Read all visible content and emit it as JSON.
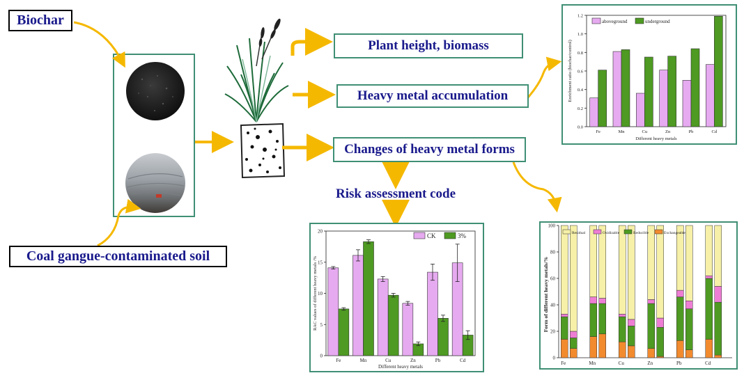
{
  "labels": {
    "biochar": "Biochar",
    "coal_gangue": "Coal gangue-contaminated soil",
    "plant_height": "Plant height, biomass",
    "heavy_metal_accumulation": "Heavy metal accumulation",
    "changes_forms": "Changes of heavy metal forms",
    "risk_code": "Risk assessment code"
  },
  "colors": {
    "arrow": "#f5b800",
    "frame": "#3f8f75",
    "label_text": "#1a1a8c",
    "purple": "#e6aaf0",
    "green": "#4e9a22",
    "residual": "#f6f0a8",
    "oxidizable": "#ee7ed4",
    "reducible": "#4e9a22",
    "exchangeable": "#f28a2e"
  },
  "chart_data": [
    {
      "type": "bar",
      "ylabel": "Enrichment ratio (biochar/control)",
      "xlabel": "Different heavy metals",
      "categories": [
        "Fe",
        "Mn",
        "Cu",
        "Zn",
        "Pb",
        "Cd"
      ],
      "ylim": [
        0,
        1.2
      ],
      "yticks": [
        "0.0",
        "0.2",
        "0.4",
        "0.6",
        "0.8",
        "1.0",
        "1.2"
      ],
      "legend_position": "top-left",
      "series": [
        {
          "name": "aboveground",
          "values": [
            0.31,
            0.81,
            0.36,
            0.61,
            0.5,
            0.67
          ]
        },
        {
          "name": "underground",
          "values": [
            0.61,
            0.83,
            0.75,
            0.76,
            0.84,
            1.19
          ]
        }
      ]
    },
    {
      "type": "bar",
      "ylabel": "RAC values of different heavy metals /%",
      "xlabel": "Different heavy metals",
      "categories": [
        "Fe",
        "Mn",
        "Cu",
        "Zn",
        "Pb",
        "Cd"
      ],
      "ylim": [
        0,
        20
      ],
      "yticks": [
        "0",
        "5",
        "10",
        "15",
        "20"
      ],
      "legend_position": "top-right",
      "series": [
        {
          "name": "CK",
          "values": [
            14.1,
            16.1,
            12.3,
            8.4,
            13.4,
            14.9
          ],
          "errors": [
            0.2,
            0.9,
            0.4,
            0.3,
            1.3,
            3.0
          ]
        },
        {
          "name": "3%",
          "values": [
            7.5,
            18.3,
            9.7,
            1.9,
            6.0,
            3.3
          ],
          "errors": [
            0.2,
            0.3,
            0.3,
            0.3,
            0.5,
            0.7
          ]
        }
      ]
    },
    {
      "type": "bar",
      "stacked": true,
      "ylabel": "Form of different heavy metals/%",
      "categories": [
        "Fe",
        "Mn",
        "Cu",
        "Zn",
        "Pb",
        "Cd"
      ],
      "ylim": [
        0,
        100
      ],
      "yticks": [
        "0",
        "20",
        "40",
        "60",
        "80",
        "100"
      ],
      "legend_position": "top",
      "stack_order": [
        "Exchangeable",
        "Reducible",
        "Oxidizable",
        "Residual"
      ],
      "legend_order": [
        "Residual",
        "Oxidizable",
        "Reducible",
        "Exchangeable"
      ],
      "bars": [
        {
          "category": "Fe",
          "values": [
            14,
            17,
            2,
            67
          ]
        },
        {
          "category": "Fe",
          "values": [
            7,
            8,
            5,
            80
          ]
        },
        {
          "category": "Mn",
          "values": [
            16,
            25,
            5,
            54
          ]
        },
        {
          "category": "Mn",
          "values": [
            18,
            23,
            4,
            55
          ]
        },
        {
          "category": "Cu",
          "values": [
            12,
            19,
            2,
            67
          ]
        },
        {
          "category": "Cu",
          "values": [
            9,
            15,
            5,
            71
          ]
        },
        {
          "category": "Zn",
          "values": [
            7,
            34,
            3,
            56
          ]
        },
        {
          "category": "Zn",
          "values": [
            1,
            22,
            7,
            70
          ]
        },
        {
          "category": "Pb",
          "values": [
            13,
            33,
            5,
            49
          ]
        },
        {
          "category": "Pb",
          "values": [
            6,
            31,
            6,
            57
          ]
        },
        {
          "category": "Cd",
          "values": [
            14,
            46,
            2,
            38
          ]
        },
        {
          "category": "Cd",
          "values": [
            2,
            40,
            12,
            46
          ]
        }
      ]
    }
  ]
}
